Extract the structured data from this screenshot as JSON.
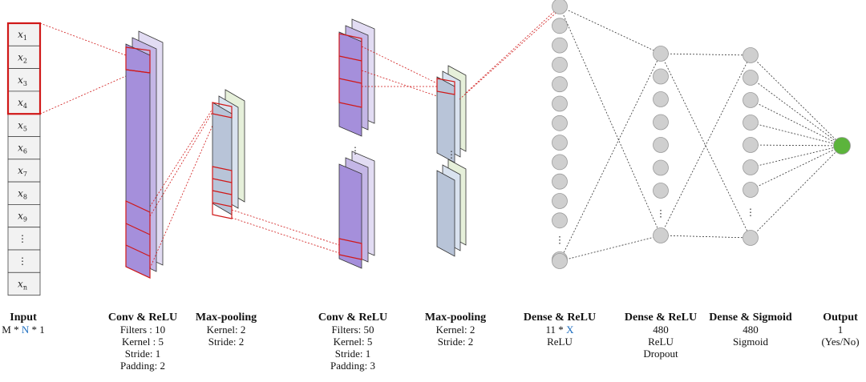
{
  "input_cells": [
    {
      "base": "x",
      "sub": "1"
    },
    {
      "base": "x",
      "sub": "2"
    },
    {
      "base": "x",
      "sub": "3"
    },
    {
      "base": "x",
      "sub": "4"
    },
    {
      "base": "x",
      "sub": "5"
    },
    {
      "base": "x",
      "sub": "6"
    },
    {
      "base": "x",
      "sub": "7"
    },
    {
      "base": "x",
      "sub": "8"
    },
    {
      "base": "x",
      "sub": "9"
    },
    {
      "base": "⋮",
      "sub": ""
    },
    {
      "base": "⋮",
      "sub": ""
    },
    {
      "base": "x",
      "sub": "n"
    }
  ],
  "ellipsis": "⋮",
  "colors": {
    "conv_front": "#a58fdb",
    "conv_mid": "#c4b6e6",
    "conv_back": "#e2dcf3",
    "pool_front": "#b8c4d8",
    "pool_mid": "#d9e2ef",
    "pool_back": "#e6f0da",
    "red": "#d01818",
    "node": "#cfcfcf",
    "output_node": "#5cb43c",
    "highlight": "#1f6fc0"
  },
  "layers": [
    {
      "title": "Input",
      "pre": "M * ",
      "hl": "N",
      "post": " * 1",
      "lines": []
    },
    {
      "title": "Conv & ReLU",
      "lines": [
        "Filters : 10",
        "Kernel : 5",
        "Stride: 1",
        "Padding: 2"
      ]
    },
    {
      "title": "Max-pooling",
      "lines": [
        "Kernel: 2",
        "Stride: 2"
      ]
    },
    {
      "title": "Conv & ReLU",
      "lines": [
        "Filters: 50",
        "Kernel: 5",
        "Stride: 1",
        "Padding: 3"
      ]
    },
    {
      "title": "Max-pooling",
      "lines": [
        "Kernel: 2",
        "Stride: 2"
      ]
    },
    {
      "title": "Dense & ReLU",
      "pre": "11 * ",
      "hl": "X",
      "post": "",
      "lines": [
        "ReLU"
      ]
    },
    {
      "title": "Dense & ReLU",
      "lines": [
        "480",
        "ReLU",
        "Dropout"
      ]
    },
    {
      "title": "Dense & Sigmoid",
      "lines": [
        "480",
        "Sigmoid"
      ]
    },
    {
      "title": "Output",
      "lines": [
        "1",
        "(Yes/No)"
      ]
    }
  ]
}
